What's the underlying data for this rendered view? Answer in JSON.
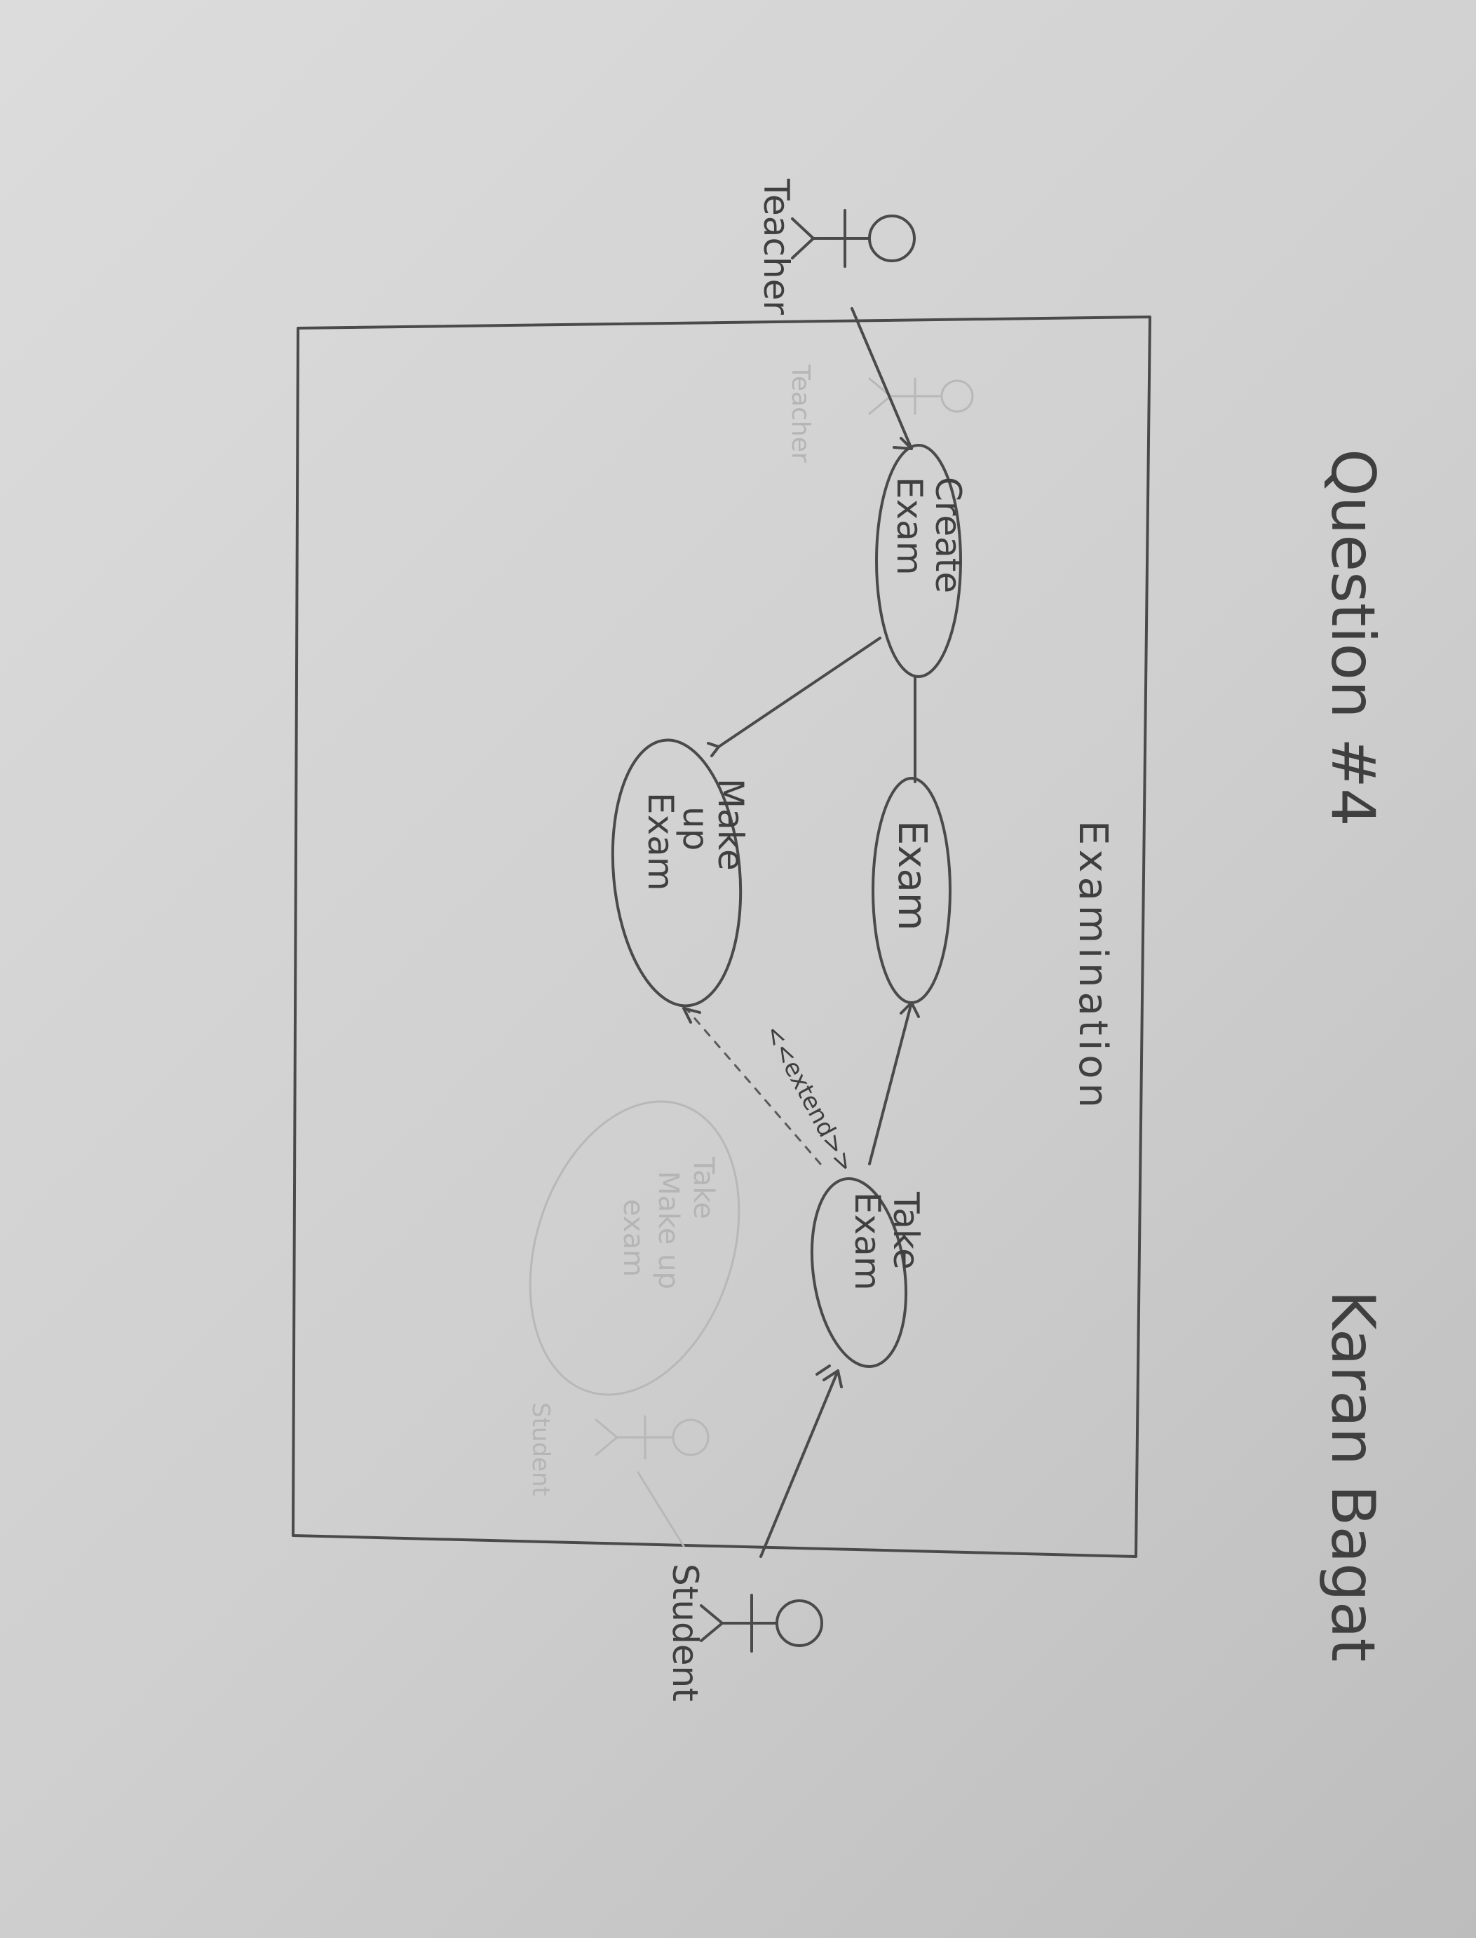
{
  "title": "Question #4",
  "author": "Karan Bagat",
  "system": {
    "name": "Examination"
  },
  "actors": {
    "teacher": "Teacher",
    "student": "Student"
  },
  "use_cases": {
    "create_exam": [
      "Create",
      "Exam"
    ],
    "exam": [
      "Exam"
    ],
    "make_up_exam": [
      "Make",
      "up",
      "Exam"
    ],
    "take_exam": [
      "Take",
      "Exam"
    ]
  },
  "relations": {
    "extend_label": "<<extend>>"
  },
  "erased": {
    "actor_label": "Teacher",
    "use_case": [
      "Take",
      "Make up",
      "exam"
    ],
    "student_label": "Student"
  },
  "colors": {
    "pencil": "#4a4a4a",
    "paper": "#d6d6d6",
    "erased": "#b8b8b8"
  }
}
